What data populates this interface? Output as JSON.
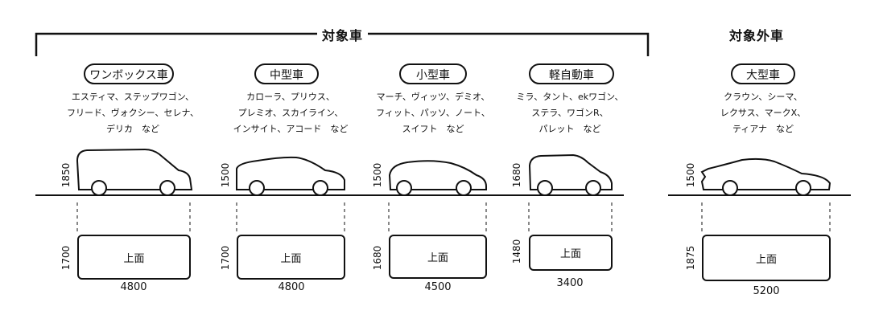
{
  "headers": {
    "target": "対象車",
    "non_target": "対象外車"
  },
  "categories": [
    {
      "label": "ワンボックス車",
      "models": [
        "エスティマ、ステップワゴン、",
        "フリード、ヴォクシー、セレナ、",
        "デリカ　など"
      ],
      "height": "1850",
      "width": "1700",
      "length": "4800",
      "top_label": "上面"
    },
    {
      "label": "中型車",
      "models": [
        "カローラ、プリウス、",
        "プレミオ、スカイライン、",
        "インサイト、アコード　など"
      ],
      "height": "1500",
      "width": "1700",
      "length": "4800",
      "top_label": "上面"
    },
    {
      "label": "小型車",
      "models": [
        "マーチ、ヴィッツ、デミオ、",
        "フィット、パッソ、ノート、",
        "スイフト　など"
      ],
      "height": "1500",
      "width": "1680",
      "length": "4500",
      "top_label": "上面"
    },
    {
      "label": "軽自動車",
      "models": [
        "ミラ、タント、ekワゴン、",
        "ステラ、ワゴンR、",
        "パレット　など"
      ],
      "height": "1680",
      "width": "1480",
      "length": "3400",
      "top_label": "上面"
    },
    {
      "label": "大型車",
      "models": [
        "クラウン、シーマ、",
        "レクサス、マークX、",
        "ティアナ　など"
      ],
      "height": "1500",
      "width": "1875",
      "length": "5200",
      "top_label": "上面"
    }
  ]
}
